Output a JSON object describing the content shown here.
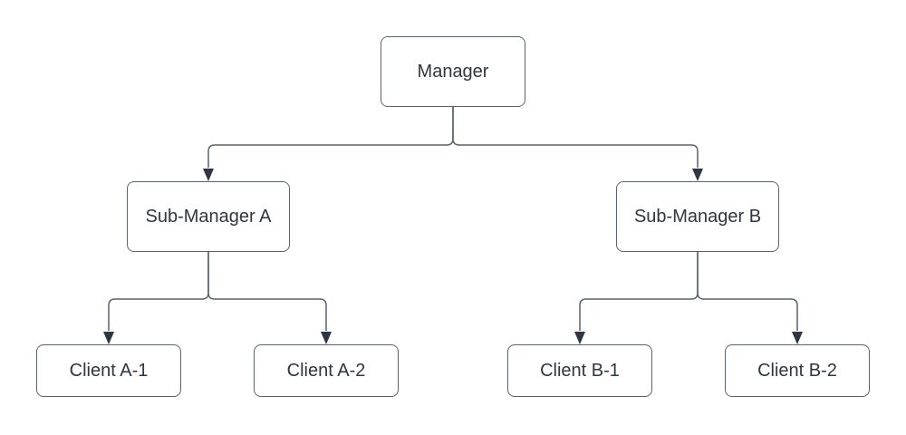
{
  "diagram": {
    "kind": "org-chart",
    "nodes": [
      {
        "id": "manager",
        "label": "Manager"
      },
      {
        "id": "sub_a",
        "label": "Sub-Manager A"
      },
      {
        "id": "sub_b",
        "label": "Sub-Manager B"
      },
      {
        "id": "client_a1",
        "label": "Client A-1"
      },
      {
        "id": "client_a2",
        "label": "Client A-2"
      },
      {
        "id": "client_b1",
        "label": "Client B-1"
      },
      {
        "id": "client_b2",
        "label": "Client B-2"
      }
    ],
    "edges": [
      {
        "from": "manager",
        "to": "sub_a",
        "arrow": "target"
      },
      {
        "from": "manager",
        "to": "sub_b",
        "arrow": "target"
      },
      {
        "from": "sub_a",
        "to": "client_a1",
        "arrow": "target"
      },
      {
        "from": "sub_a",
        "to": "client_a2",
        "arrow": "target"
      },
      {
        "from": "sub_b",
        "to": "client_b1",
        "arrow": "target"
      },
      {
        "from": "sub_b",
        "to": "client_b2",
        "arrow": "target"
      }
    ],
    "colors": {
      "background": "#ffffff",
      "node_fill": "#ffffff",
      "node_border": "#5b626c",
      "connector": "#5b626c",
      "arrowhead": "#2e3543",
      "text": "#2f3640"
    }
  }
}
